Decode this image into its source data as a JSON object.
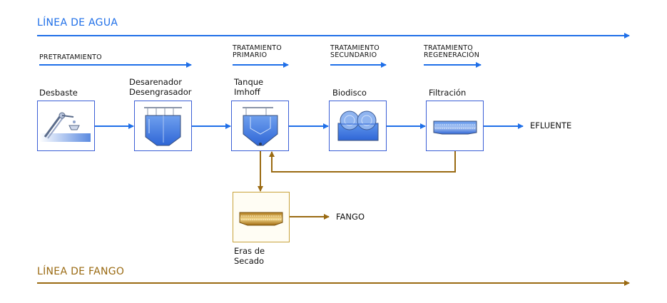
{
  "water_line": {
    "title": "LÍNEA DE AGUA"
  },
  "sludge_line": {
    "title": "LÍNEA DE FANGO"
  },
  "stages": {
    "pretreatment": "PRETRATAMIENTO",
    "primary": [
      "TRATAMIENTO",
      "PRIMARIO"
    ],
    "secondary": [
      "TRATAMIENTO",
      "SECUNDARIO"
    ],
    "regeneration": [
      "TRATAMIENTO",
      "REGENERACIÓN"
    ]
  },
  "units": {
    "desbaste": "Desbaste",
    "desarenador": [
      "Desarenador",
      "Desengrasador"
    ],
    "imhoff": [
      "Tanque",
      "Imhoff"
    ],
    "biodisco": "Biodisco",
    "filtracion": "Filtración",
    "eras": [
      "Eras de",
      "Secado"
    ]
  },
  "outputs": {
    "efluente": "EFLUENTE",
    "fango": "FANGO"
  },
  "colors": {
    "water": "#1f6fe8",
    "sludge": "#9a6a12",
    "box_border": "#3b5fd6",
    "sludge_box_border": "#c8a23a"
  },
  "icons": {
    "desbaste": "screen-grate-icon",
    "desarenador": "grit-tank-icon",
    "imhoff": "imhoff-tank-icon",
    "biodisco": "biodisc-icon",
    "filtracion": "filter-icon",
    "eras": "drying-bed-icon"
  }
}
